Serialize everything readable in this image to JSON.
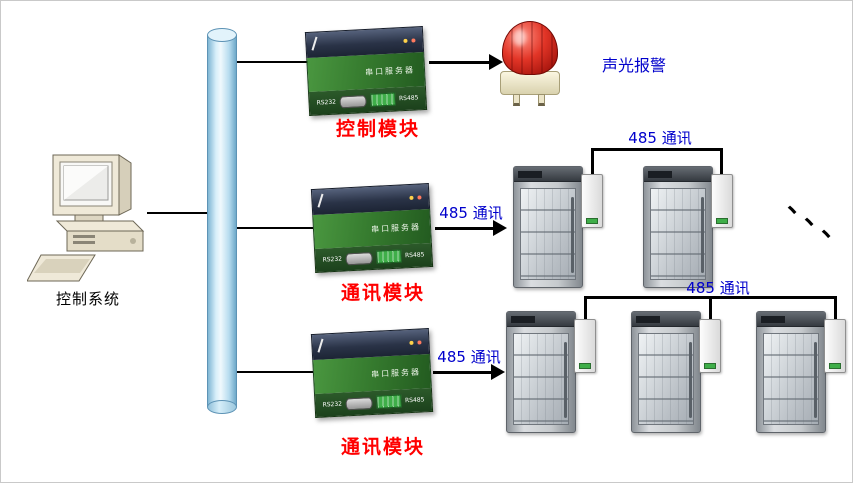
{
  "colors": {
    "label-red": "#ff0000",
    "label-blue": "#0000cc",
    "line": "#000000",
    "cylinder-light": "#f0f9fd",
    "cylinder-dark": "#7fb6d4",
    "module-green": "#357a2e",
    "alarm-red": "#e23527"
  },
  "computer": {
    "label": "控制系统"
  },
  "modules": [
    {
      "label": "控制模块"
    },
    {
      "label": "通讯模块"
    },
    {
      "label": "通讯模块"
    }
  ],
  "device": {
    "name": "串口服务器",
    "left_port": "RS232",
    "right_port": "RS485"
  },
  "alarm": {
    "label": "声光报警"
  },
  "links": {
    "arrow_mid_label": "485 通讯",
    "arrow_bottom_label": "485 通讯",
    "bus_top_label": "485 通讯",
    "bus_bottom_label": "485 通讯"
  },
  "ellipsis": [
    "、",
    "、",
    "、"
  ]
}
